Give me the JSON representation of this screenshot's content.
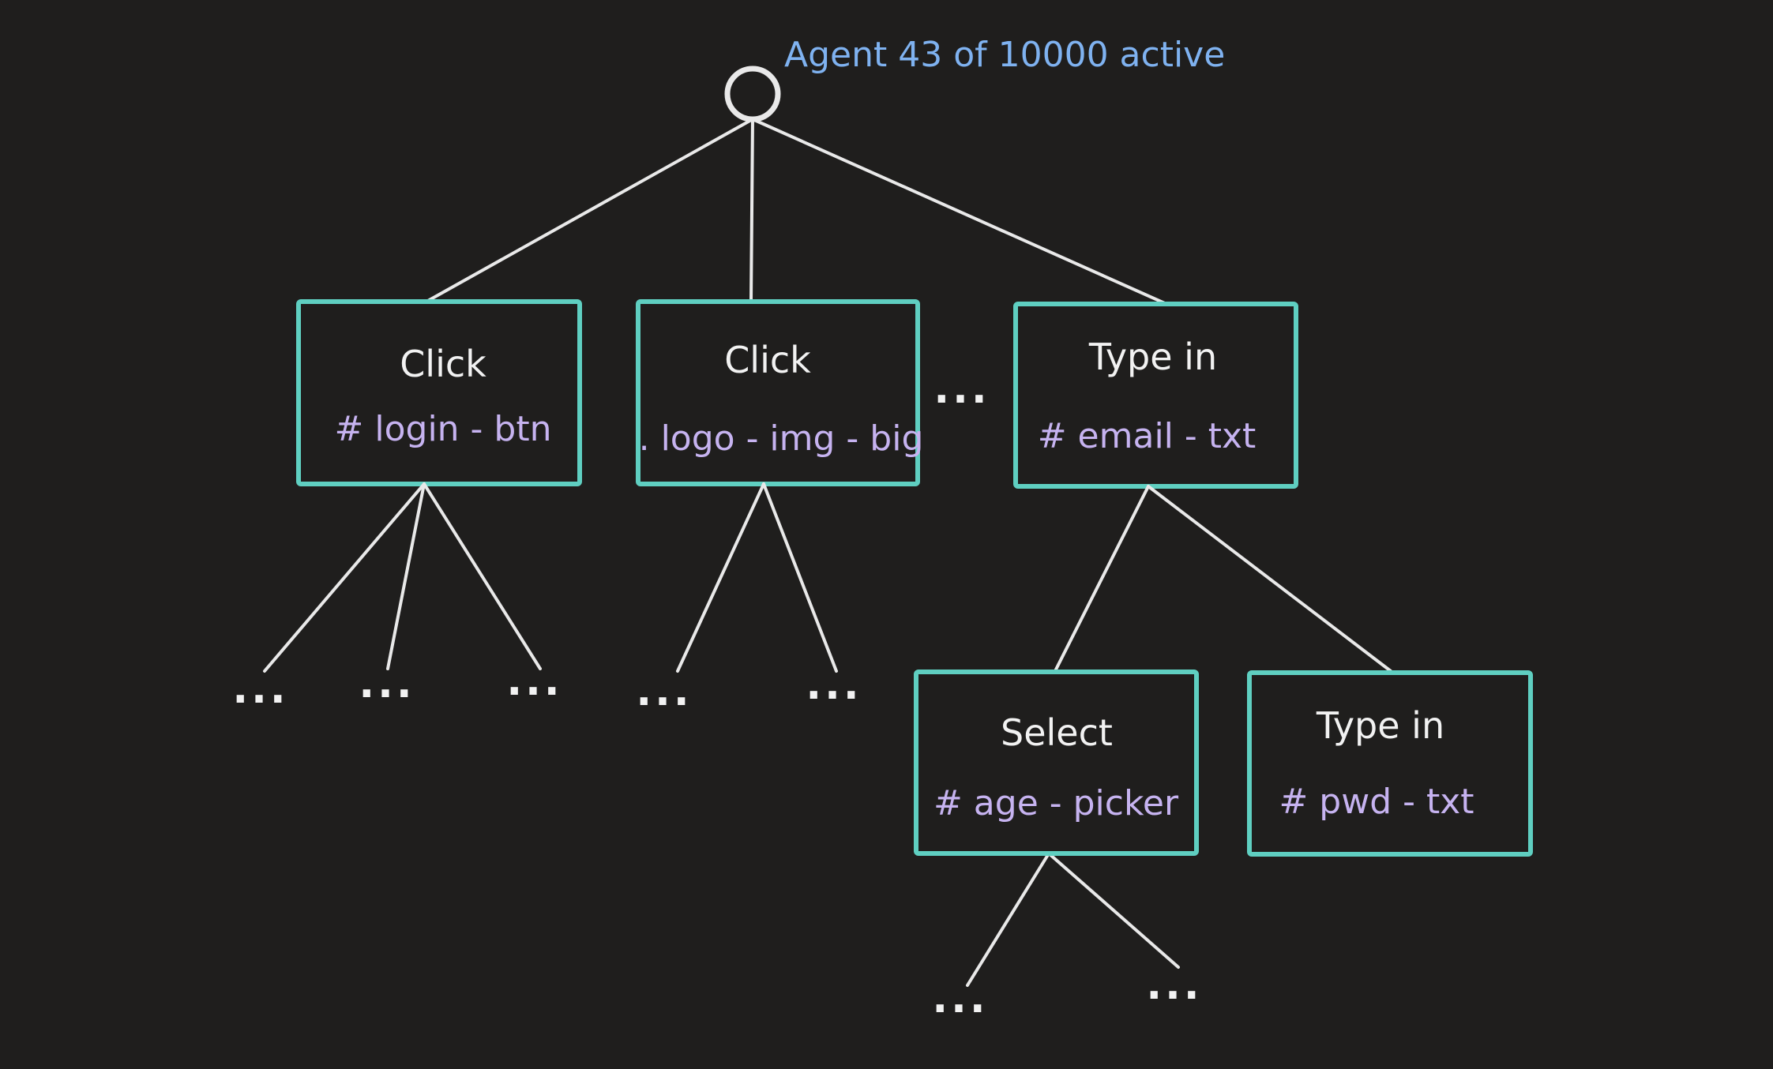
{
  "title": "Agent 43 of  10000 active",
  "colors": {
    "background": "#1f1e1d",
    "line": "#e9e9e9",
    "box_border": "#5fcfc1",
    "action_text": "#f2f2f2",
    "selector_text": "#c6b3f0",
    "title_text": "#7fb2f0"
  },
  "nodes": {
    "click_login": {
      "action": "Click",
      "selector": "# login - btn"
    },
    "click_logo": {
      "action": "Click",
      "selector": ". logo - img - big"
    },
    "type_email": {
      "action": "Type in",
      "selector": "# email - txt"
    },
    "select_age": {
      "action": "Select",
      "selector": "# age - picker"
    },
    "type_pwd": {
      "action": "Type in",
      "selector": "# pwd - txt"
    }
  },
  "ellipsis": "..."
}
